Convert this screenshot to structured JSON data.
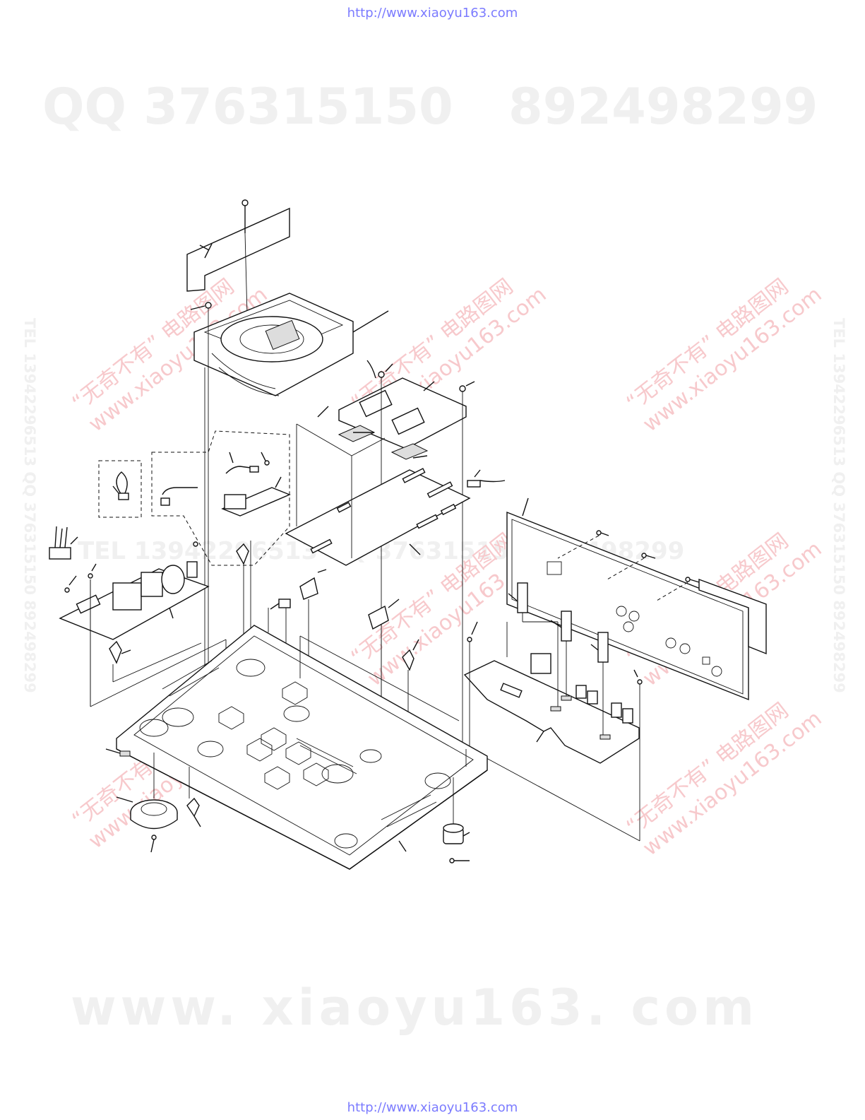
{
  "header_url": "http://www.xiaoyu163.com",
  "footer_url": "http://www.xiaoyu163.com",
  "watermarks": {
    "qq_a": "QQ 376315150",
    "qq_b": "892498299",
    "site_big": "www. xiaoyu163. com",
    "side_vertical": "TEL 13942296513  QQ 376315150  892498299",
    "mid_band": "TEL 13942296513  QQ 376315150  892498299",
    "diag_cn": "“无奇不有” 电路图网",
    "diag_en": "www.xiaoyu163.com"
  },
  "colors": {
    "url_link": "#7b7bff",
    "watermark_gray": "#f0f0f0",
    "watermark_pink": "#f7c9cc",
    "line_art": "#111111"
  }
}
